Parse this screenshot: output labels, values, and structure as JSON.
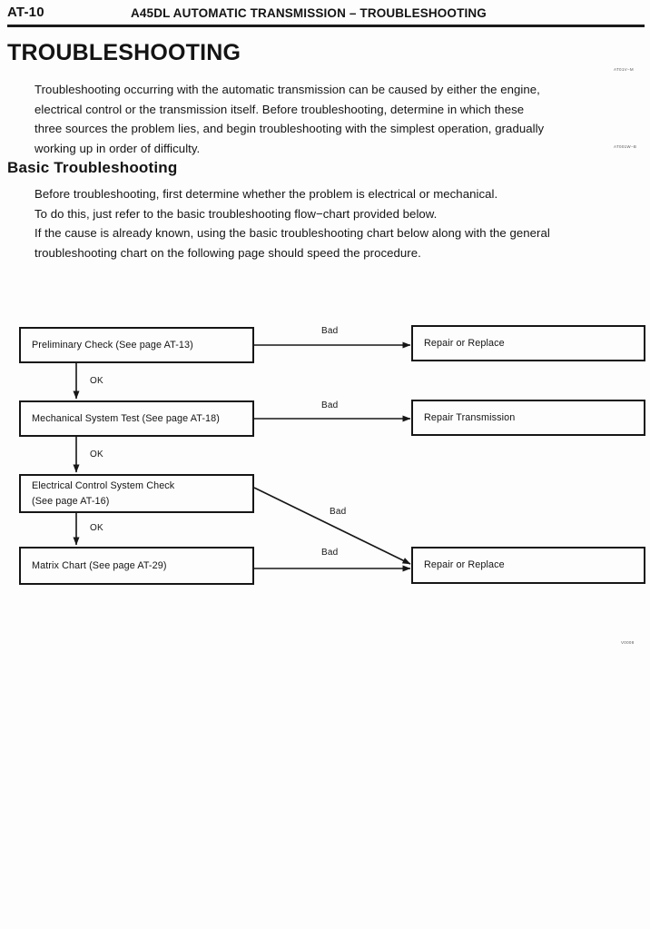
{
  "header": {
    "page_number": "AT-10",
    "title": "A45DL AUTOMATIC TRANSMISSION – TROUBLESHOOTING"
  },
  "sections": {
    "troubleshooting_title": "TROUBLESHOOTING",
    "intro_paragraph": [
      "Troubleshooting occurring with the automatic transmission can be caused by either the engine,",
      "electrical control or the transmission itself. Before troubleshooting, determine in which these",
      "three sources the problem lies, and begin troubleshooting with the simplest operation, gradually",
      "working up in order of difficulty."
    ],
    "basic_title": "Basic Troubleshooting",
    "basic_paragraph": [
      "Before troubleshooting, first determine whether the problem is electrical or mechanical.",
      "To do this, just refer to the basic troubleshooting flow−chart provided below.",
      "If the cause is already known, using the basic troubleshooting chart below along with the general",
      "troubleshooting chart on the following page should speed the procedure."
    ]
  },
  "figure_codes": {
    "code_1": "AT01V−M",
    "code_2": "AT001W−B",
    "code_3": "V0008"
  },
  "flowchart": {
    "boxes": {
      "preliminary": "Preliminary Check  (See page AT-13)",
      "mechanical": "Mechanical System Test  (See page AT-18)",
      "electrical_line_1": "Electrical Control System Check",
      "electrical_line_2": "(See page AT-16)",
      "matrix": "Matrix Chart (See page AT-29)",
      "repair_or_replace_1": "Repair or Replace",
      "repair_transmission": "Repair Transmission",
      "repair_or_replace_2": "Repair or Replace"
    },
    "edge_labels": {
      "ok_1": "OK",
      "ok_2": "OK",
      "ok_3": "OK",
      "bad_1": "Bad",
      "bad_2": "Bad",
      "bad_3": "Bad",
      "bad_4": "Bad"
    }
  }
}
